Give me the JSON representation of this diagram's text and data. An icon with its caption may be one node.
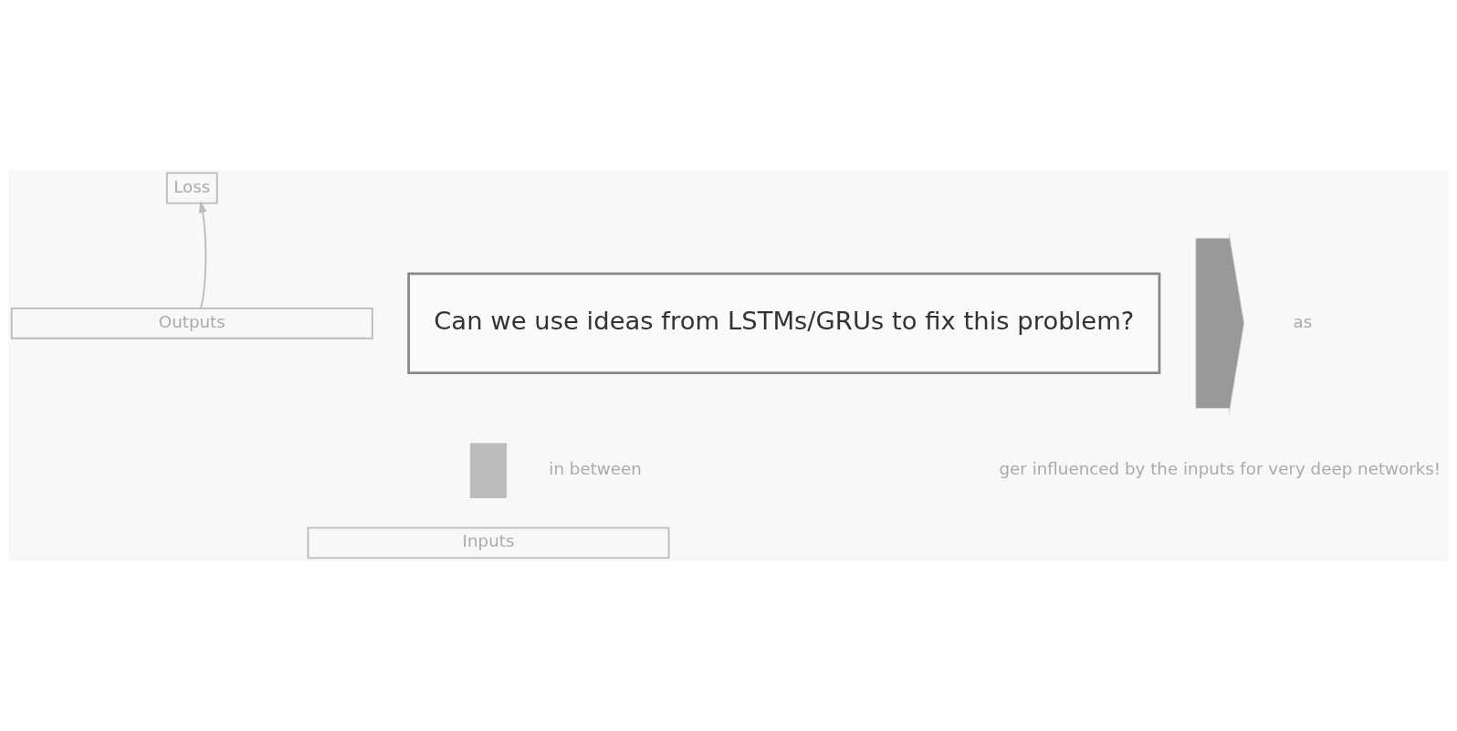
{
  "diagram": {
    "nodes": [
      {
        "text": [
          "Loss"
        ]
      },
      {
        "text": [
          "Outputs"
        ]
      },
      {
        "text": [],
        "shape": "bar"
      },
      {
        "text": [
          "Inputs"
        ]
      },
      {
        "text": [
          "Can we use ideas from LSTMs/GRUs to fix this problem?"
        ]
      },
      {
        "text": [],
        "shape": "arrow"
      }
    ],
    "edges": [
      {
        "from": 1,
        "to": 0,
        "arrow": "to"
      }
    ],
    "labels": [
      "in between",
      "as",
      "ger influenced by the inputs for very deep networks!"
    ]
  }
}
